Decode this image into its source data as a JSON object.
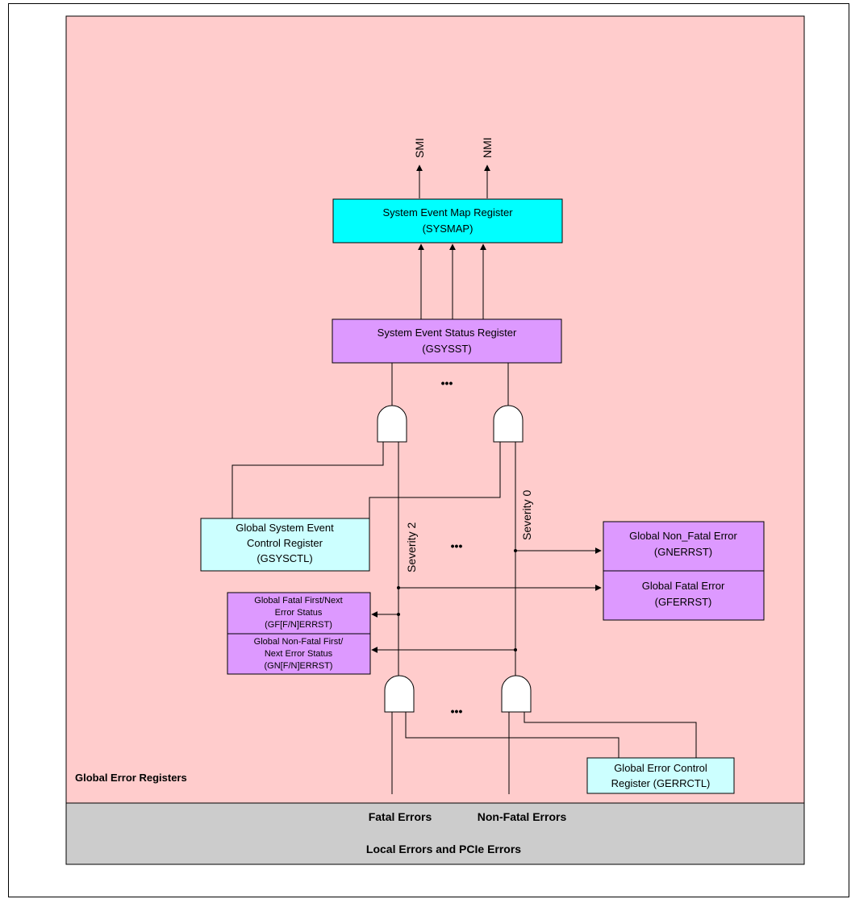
{
  "outputs": {
    "smi": "SMI",
    "nmi": "NMI"
  },
  "sysmap": {
    "line1": "System Event Map Register",
    "line2": "(SYSMAP)"
  },
  "gsysst": {
    "line1": "System Event Status Register",
    "line2": "(GSYSST)"
  },
  "gsysctl": {
    "line1": "Global System Event",
    "line2": "Control Register",
    "line3": "(GSYSCTL)"
  },
  "gnerrst": {
    "line1": "Global Non_Fatal Error",
    "line2": "(GNERRST)"
  },
  "gferrst": {
    "line1": "Global Fatal Error",
    "line2": "(GFERRST)"
  },
  "gf_first_next": {
    "line1": "Global Fatal First/Next",
    "line2": "Error Status",
    "line3": "(GF[F/N]ERRST)"
  },
  "gn_first_next": {
    "line1": "Global Non-Fatal First/",
    "line2": "Next Error Status",
    "line3": "(GN[F/N]ERRST)"
  },
  "gerrctl": {
    "line1": "Global Error Control",
    "line2": "Register (GERRCTL)"
  },
  "severity": {
    "s2": "Severity 2",
    "s0": "Severity 0"
  },
  "ellipsis": "•••",
  "region": {
    "global": "Global Error Registers"
  },
  "bottom": {
    "fatal": "Fatal Errors",
    "nonfatal": "Non-Fatal Errors",
    "local": "Local Errors and PCIe Errors"
  },
  "colors": {
    "pink": "#ffcccc",
    "cyan": "#00ffff",
    "lightcyan": "#ccffff",
    "purple": "#dd99ff",
    "gray": "#cccccc"
  }
}
